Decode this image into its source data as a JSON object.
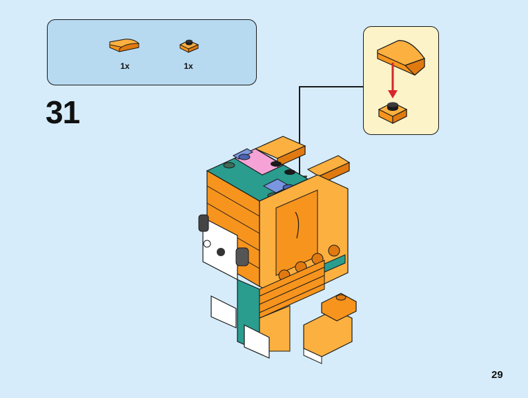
{
  "step": {
    "number": "31"
  },
  "page": {
    "number": "29"
  },
  "parts": [
    {
      "name": "orange-curved-slope",
      "quantity": "1x",
      "color": "#f7941d"
    },
    {
      "name": "orange-plate-1x1-round-stud",
      "quantity": "1x",
      "color": "#f7941d"
    }
  ],
  "colors": {
    "orange": "#f7941d",
    "light_orange": "#fbb040",
    "teal": "#2a9d8f",
    "pink": "#f5a3d6",
    "blue": "#7b96e0",
    "white": "#ffffff",
    "arrow_red": "#d7262c"
  }
}
